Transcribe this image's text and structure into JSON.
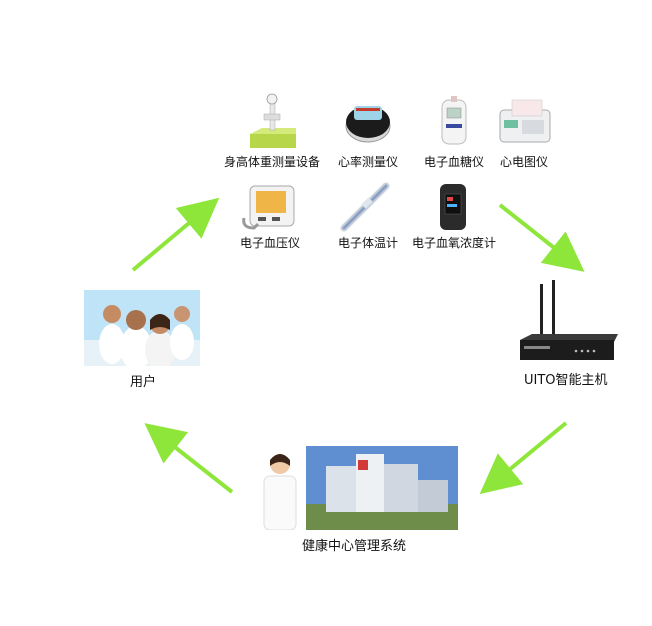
{
  "devices": {
    "height_weight": "身高体重测量设备",
    "heart_rate": "心率测量仪",
    "glucose": "电子血糖仪",
    "ecg": "心电图仪",
    "blood_pressure": "电子血压仪",
    "thermometer": "电子体温计",
    "oximeter": "电子血氧浓度计"
  },
  "nodes": {
    "user": "用户",
    "host": "UITO智能主机",
    "health_center": "健康中心管理系统"
  },
  "colors": {
    "arrow": "#8ee63a"
  }
}
